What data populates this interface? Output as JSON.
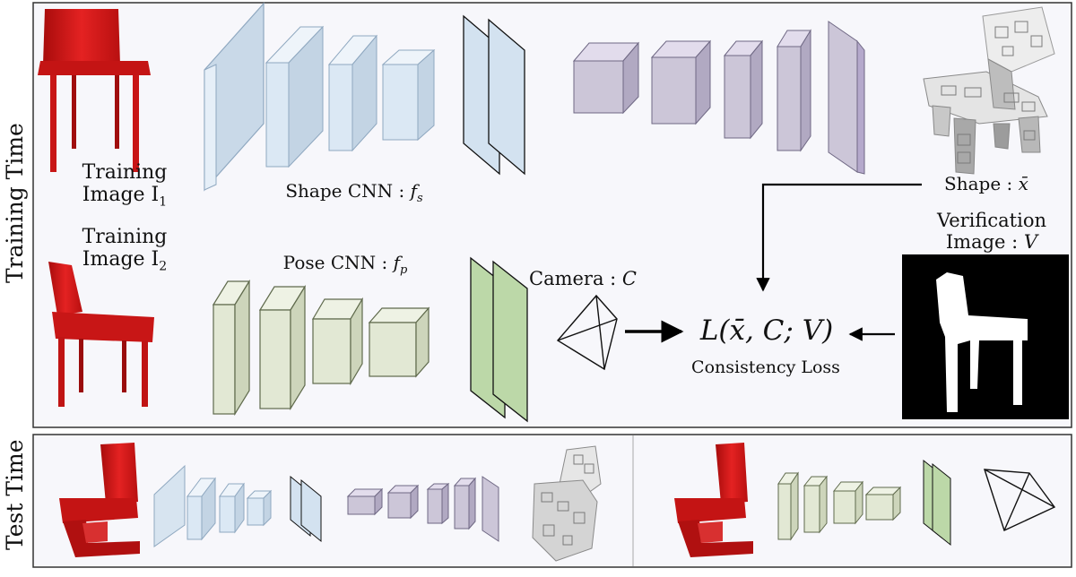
{
  "panels": {
    "training_label": "Training Time",
    "test_label": "Test Time"
  },
  "training": {
    "image1_line1": "Training",
    "image1_line2": "Image I",
    "image1_sub": "1",
    "image2_line1": "Training",
    "image2_line2": "Image I",
    "image2_sub": "2",
    "shape_cnn_text": "Shape CNN : ",
    "shape_cnn_symbol": "f",
    "shape_cnn_sub": "s",
    "pose_cnn_text": "Pose CNN : ",
    "pose_cnn_symbol": "f",
    "pose_cnn_sub": "p",
    "shape_output_text": "Shape : ",
    "shape_output_symbol": "x̄",
    "verification_line1": "Verification",
    "verification_line2": "Image : ",
    "verification_symbol": "V",
    "camera_text": "Camera : ",
    "camera_symbol": "C",
    "loss_formula": "L(x̄, C; V)",
    "loss_caption": "Consistency Loss"
  },
  "colors": {
    "chair_red": "#d01818",
    "shape_blue": "#dbe8f4",
    "shape_blue_edge": "#8fa8c0",
    "decoder_purple": "#ccc6d8",
    "decoder_edge": "#6f6884",
    "pose_green": "#e2e8d4",
    "pose_green_edge": "#5f6a4c",
    "camera_green": "#bcd8a8",
    "panel_bg": "#f7f7fb"
  }
}
